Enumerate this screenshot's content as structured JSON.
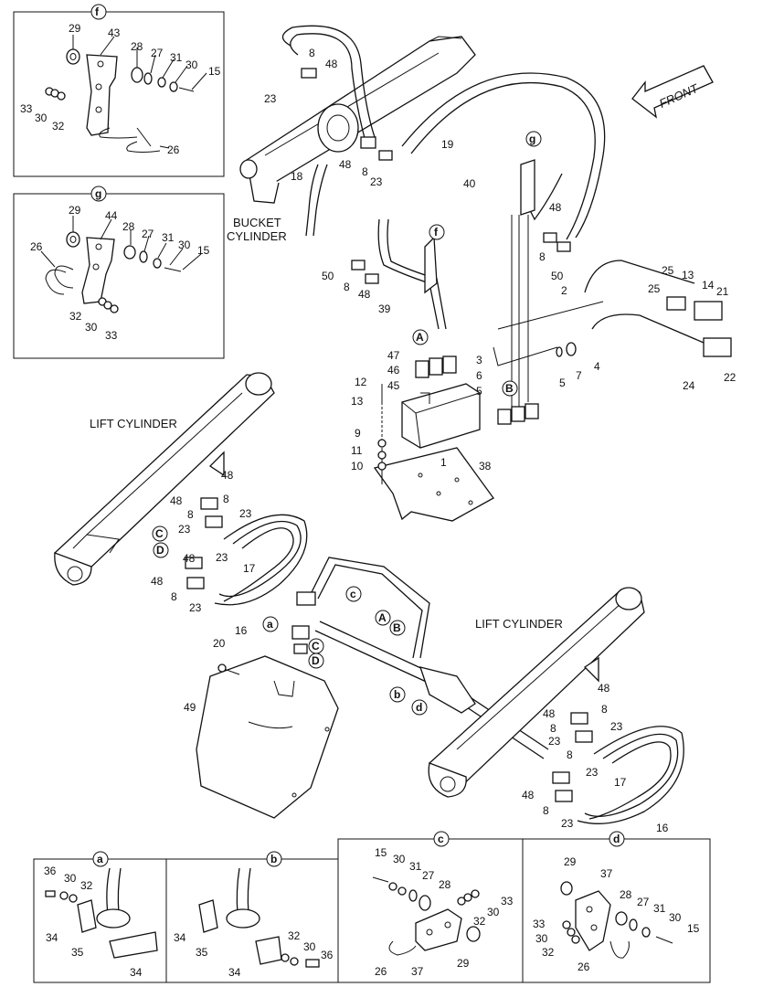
{
  "panels": {
    "f": {
      "letter": "f",
      "parts": [
        "29",
        "43",
        "28",
        "27",
        "31",
        "30",
        "15",
        "33",
        "30",
        "32",
        "26"
      ]
    },
    "g": {
      "letter": "g",
      "parts": [
        "29",
        "44",
        "28",
        "27",
        "31",
        "30",
        "15",
        "26",
        "32",
        "30",
        "33"
      ]
    },
    "a": {
      "letter": "a",
      "parts": [
        "36",
        "30",
        "32",
        "34",
        "35",
        "34"
      ]
    },
    "b": {
      "letter": "b",
      "parts": [
        "34",
        "35",
        "34",
        "32",
        "30",
        "36"
      ]
    },
    "c": {
      "letter": "c",
      "parts": [
        "15",
        "30",
        "31",
        "27",
        "28",
        "33",
        "30",
        "32",
        "26",
        "37",
        "29"
      ]
    },
    "d": {
      "letter": "d",
      "parts": [
        "29",
        "37",
        "28",
        "27",
        "31",
        "30",
        "15",
        "33",
        "30",
        "32",
        "26"
      ]
    }
  },
  "labels": {
    "front": "FRONT",
    "bucket_cylinder_1": "BUCKET",
    "bucket_cylinder_2": "CYLINDER",
    "lift_cylinder_left": "LIFT CYLINDER",
    "lift_cylinder_right": "LIFT CYLINDER"
  },
  "main_parts": {
    "top": [
      "8",
      "48",
      "23",
      "19",
      "48",
      "8",
      "23",
      "18",
      "40",
      "48",
      "8",
      "50",
      "2",
      "25",
      "13",
      "14",
      "21",
      "25",
      "24",
      "22",
      "50",
      "8",
      "48",
      "39"
    ],
    "valve": [
      "47",
      "46",
      "45",
      "3",
      "6",
      "5",
      "4",
      "7",
      "5",
      "12",
      "13",
      "9",
      "11",
      "10",
      "1",
      "38"
    ],
    "left_lift": [
      "48",
      "48",
      "8",
      "8",
      "23",
      "23",
      "23",
      "48",
      "48",
      "8",
      "23",
      "17",
      "16",
      "20",
      "49"
    ],
    "center": [
      "a",
      "b",
      "c",
      "d"
    ],
    "right_lift": [
      "48",
      "48",
      "8",
      "8",
      "23",
      "23",
      "23",
      "8",
      "48",
      "8",
      "23",
      "17",
      "16"
    ]
  },
  "callouts": [
    "A",
    "B",
    "C",
    "D",
    "f",
    "g",
    "a",
    "b",
    "c",
    "d"
  ]
}
